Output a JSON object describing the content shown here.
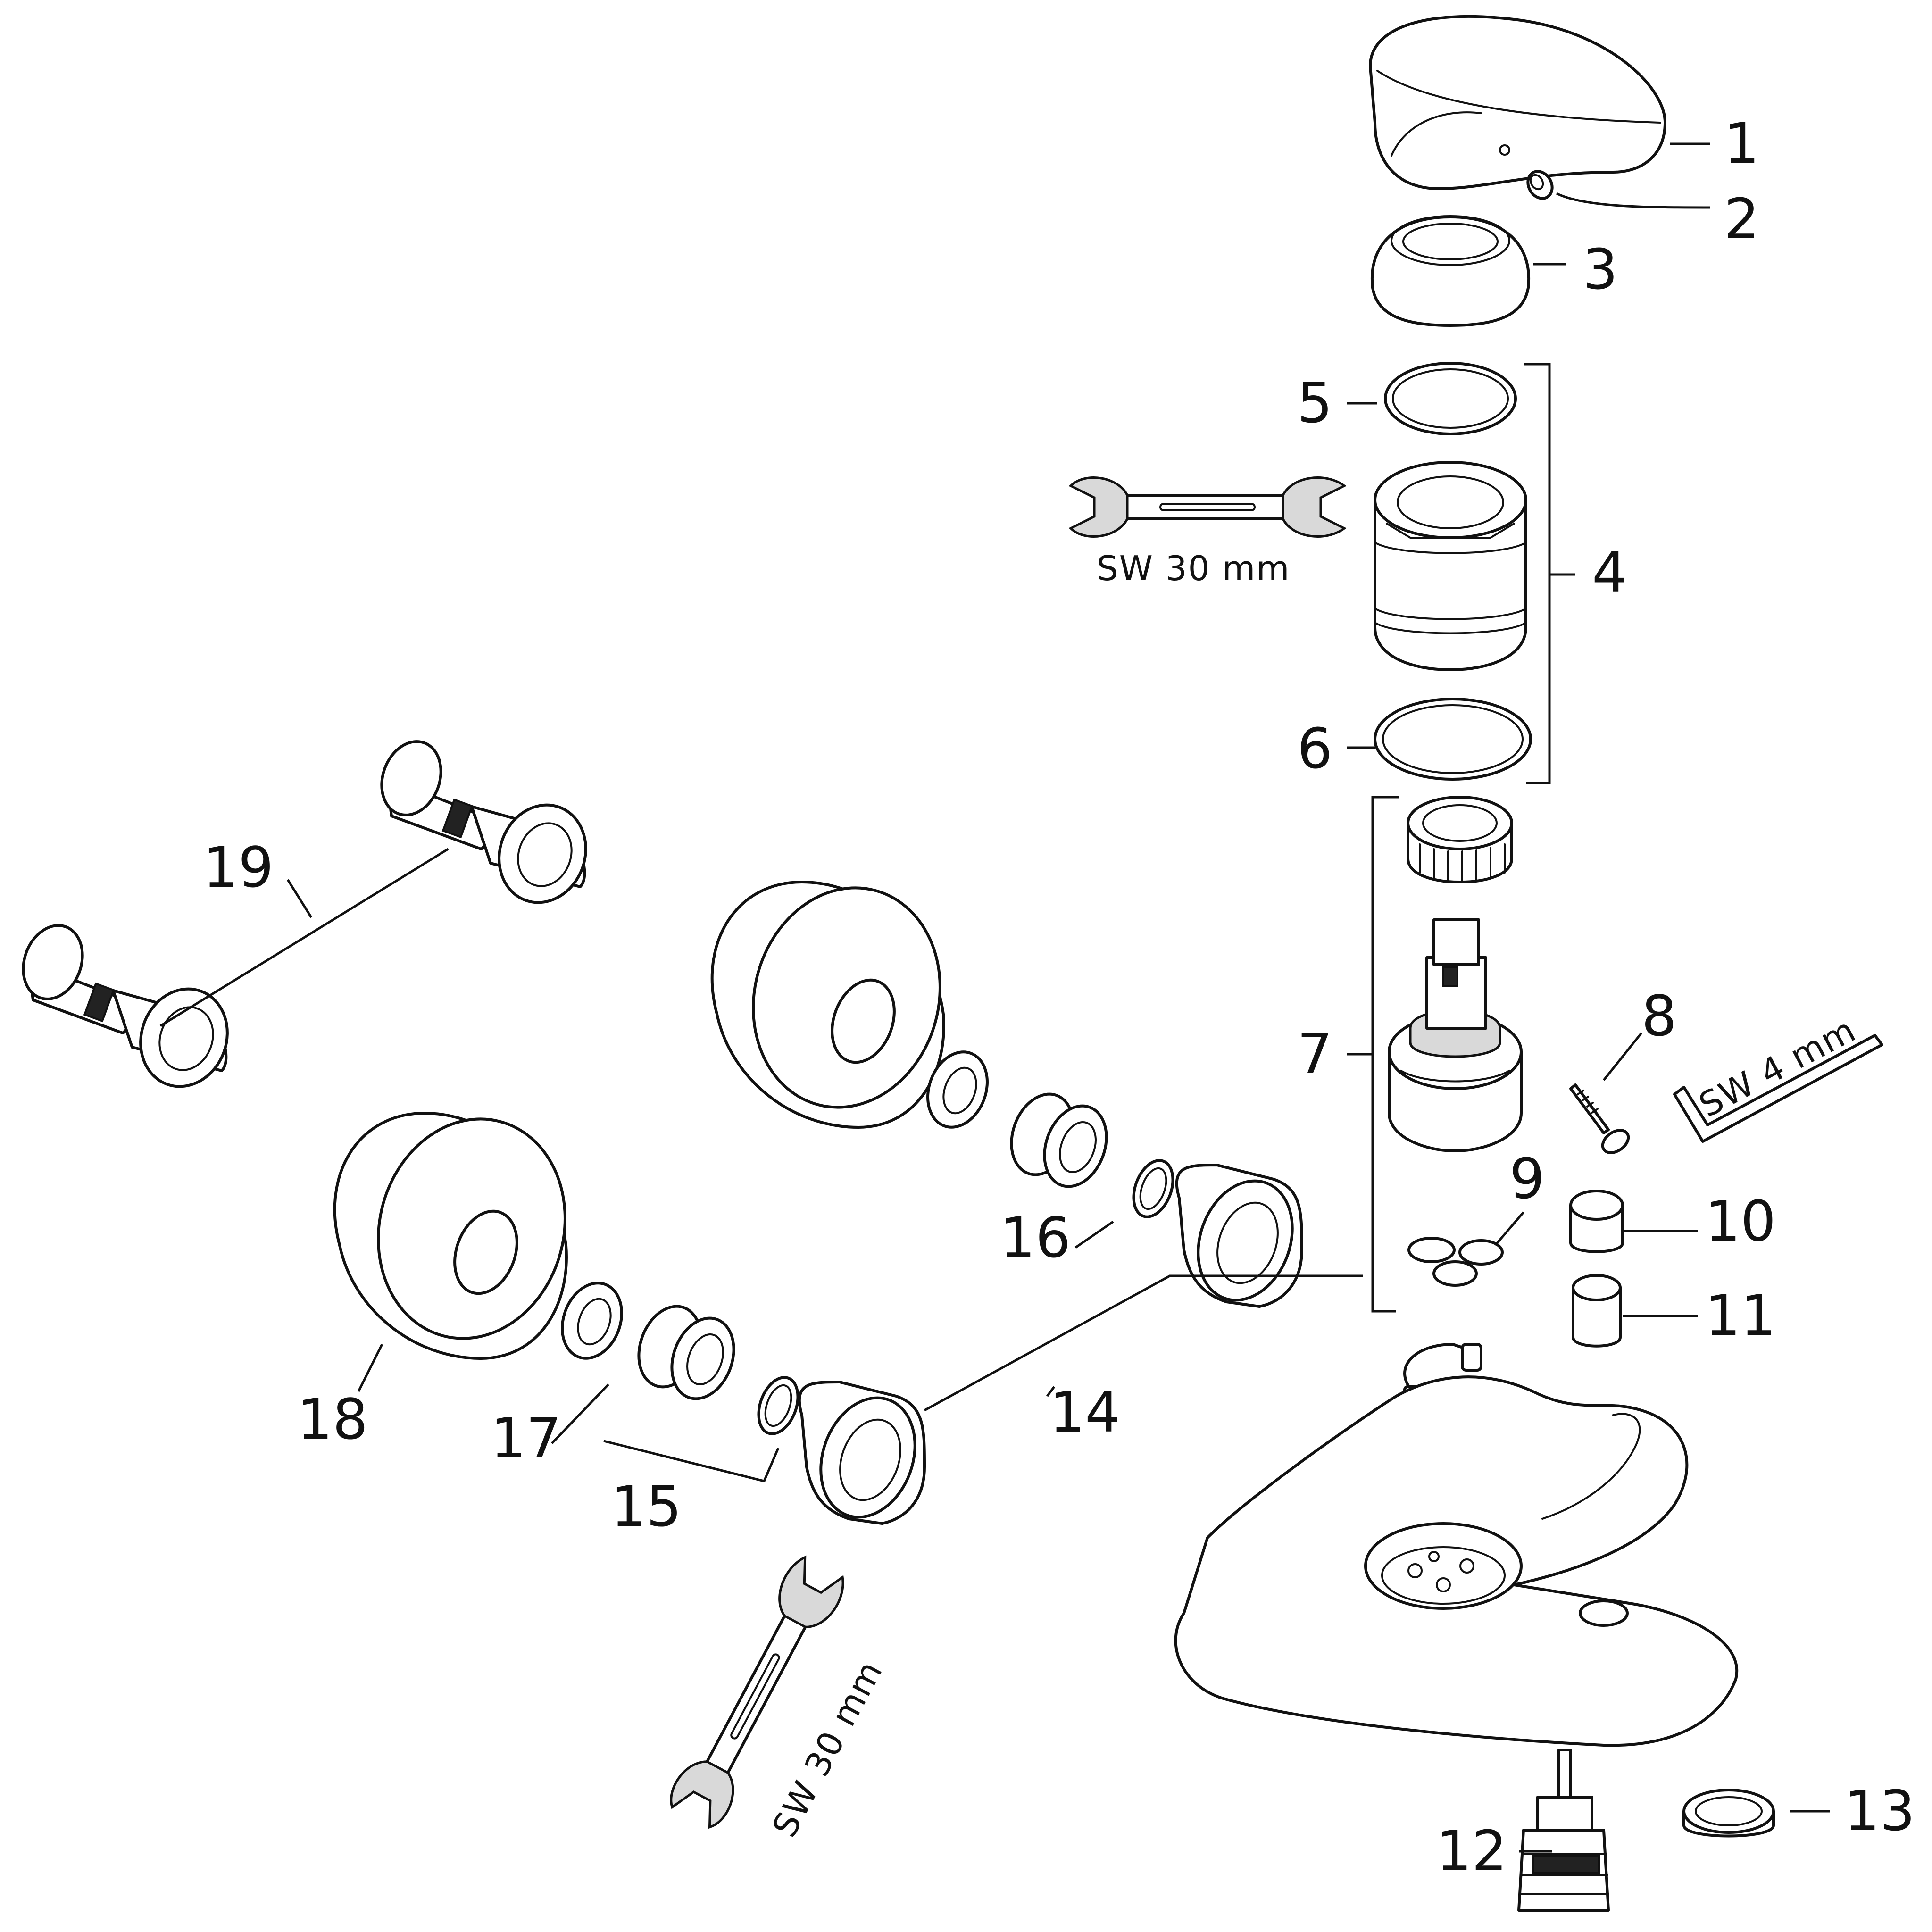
{
  "labels": {
    "l1": "1",
    "l2": "2",
    "l3": "3",
    "l4": "4",
    "l5": "5",
    "l6": "6",
    "l7": "7",
    "l8": "8",
    "l9": "9",
    "l10": "10",
    "l11": "11",
    "l12": "12",
    "l13": "13",
    "l14": "14",
    "l15": "15",
    "l16": "16",
    "l17": "17",
    "l18": "18",
    "l19": "19"
  },
  "tools": {
    "wrench_top": "SW 30 mm",
    "wrench_bottom": "SW 30 mm",
    "allen_key": "SW 4 mm"
  }
}
